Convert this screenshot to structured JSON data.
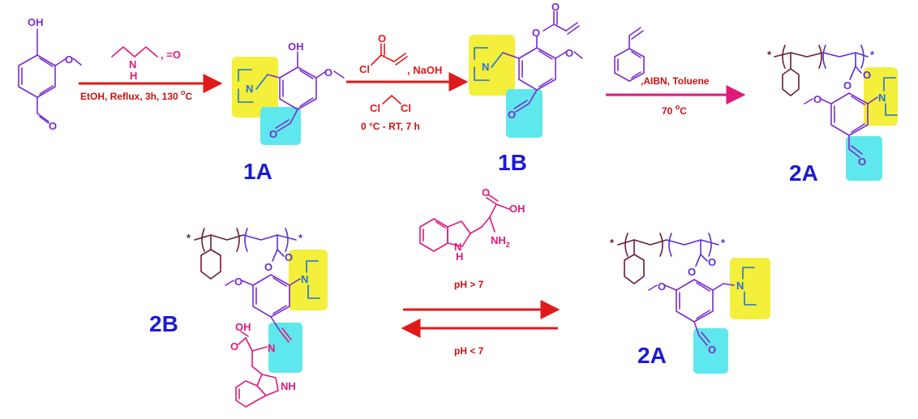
{
  "colors": {
    "vanillin": "#7a2dcc",
    "reagent": "#e0197a",
    "amine": "#1e73d8",
    "arrow": "#e01a1a",
    "polystyrene": "#6b1a3a",
    "acrylate_chain": "#5b2ed8",
    "label": "#1a1ad6",
    "highlight_yellow": "#f3ef3a",
    "highlight_cyan": "#5fe7ee",
    "trp": "#e0197a"
  },
  "atoms": {
    "OH": "OH",
    "O": "O",
    "N": "N",
    "NH": "NH",
    "H": "H",
    "Cl": "Cl",
    "NH2": "NH",
    "NH2_sub": "2",
    "star": "*"
  },
  "step1": {
    "reagent_formaldehyde": ", =O",
    "conditions": "EtOH, Reflux, 3h, 130",
    "temp_unit": "C",
    "degree": "o"
  },
  "step2": {
    "reagent_base": ", NaOH",
    "conditions": "0 °C - RT, 7 h"
  },
  "step3": {
    "conditions_top": ",AIBN, Toluene",
    "conditions_bottom": "70",
    "temp_unit": "C",
    "degree": "o"
  },
  "equilibrium": {
    "forward": "pH  > 7",
    "reverse": "pH  <  7"
  },
  "labels": {
    "compound_1a": "1A",
    "compound_1b": "1B",
    "compound_2a_top": "2A",
    "compound_2b": "2B",
    "compound_2a_bottom": "2A"
  }
}
